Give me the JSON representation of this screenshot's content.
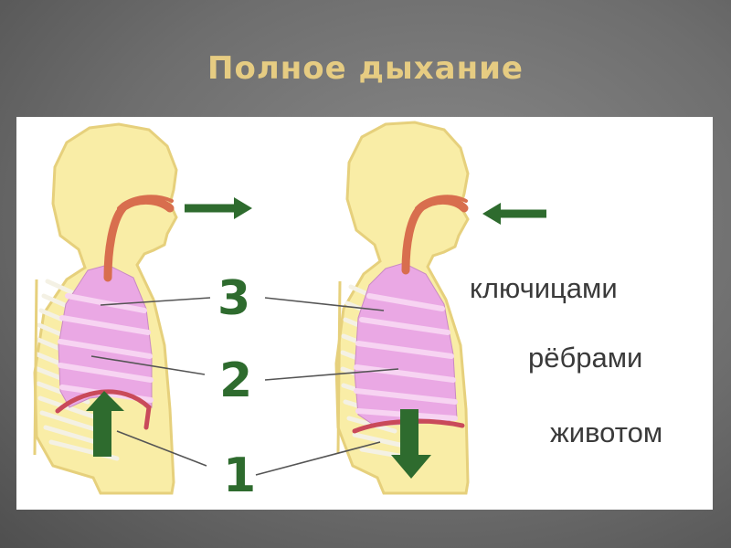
{
  "title": "Полное дыхание",
  "numbers": {
    "three": "3",
    "two": "2",
    "one": "1"
  },
  "labels": {
    "clavicles": "ключицами",
    "ribs": "рёбрами",
    "belly": "животом"
  },
  "colors": {
    "title": "#e6cc82",
    "skin": "#f9eda6",
    "skin_outline": "#e6d07c",
    "lung": "#eaa8e4",
    "lung_stripe": "#f7d4f2",
    "airway": "#d86e4e",
    "diaphragm": "#c94a5a",
    "arrow": "#2e6b2e",
    "rib": "#f4f1e4",
    "text": "#3a3a3a"
  },
  "icons": {
    "exhale_arrow": "arrow-right-icon",
    "inhale_arrow": "arrow-left-icon",
    "diaphragm_up": "arrow-up-icon",
    "diaphragm_down": "arrow-down-icon"
  }
}
